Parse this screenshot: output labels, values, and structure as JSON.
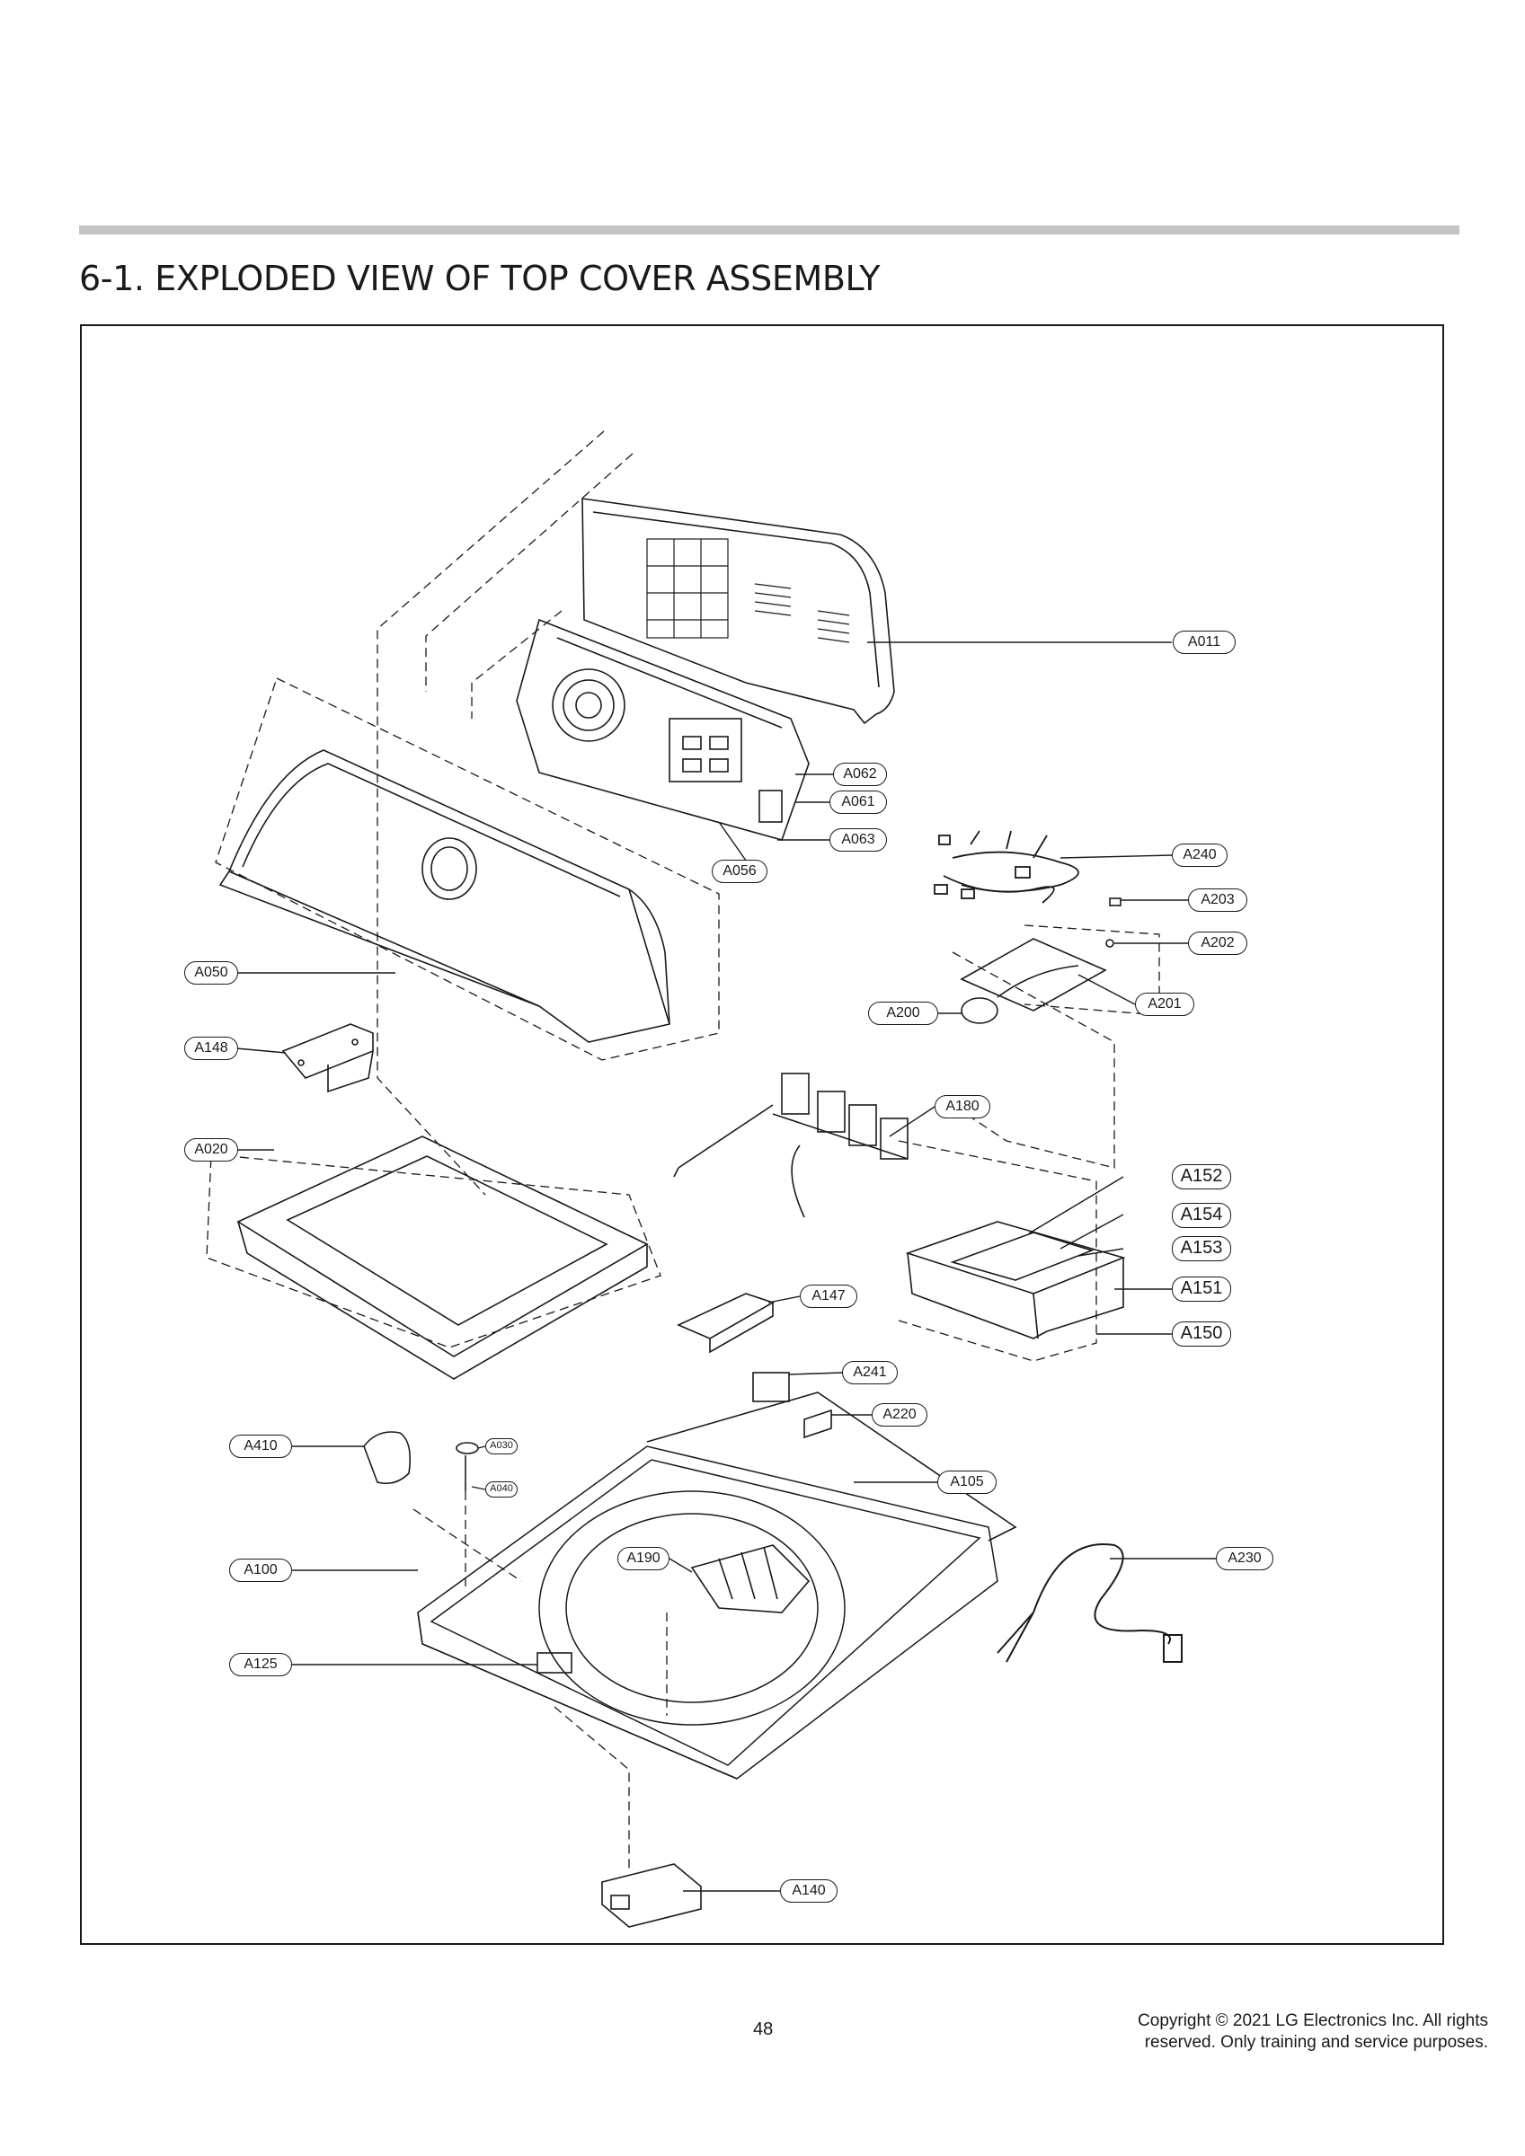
{
  "page": {
    "title": "6-1. EXPLODED VIEW OF TOP COVER ASSEMBLY",
    "page_number": "48",
    "copyright_line1": "Copyright © 2021 LG Electronics Inc. All rights",
    "copyright_line2": "reserved. Only training and service purposes."
  },
  "callouts": {
    "A011": "A011",
    "A062": "A062",
    "A061": "A061",
    "A063": "A063",
    "A056": "A056",
    "A240": "A240",
    "A203": "A203",
    "A202": "A202",
    "A201": "A201",
    "A200": "A200",
    "A050": "A050",
    "A148": "A148",
    "A180": "A180",
    "A020": "A020",
    "A152": "A152",
    "A154": "A154",
    "A153": "A153",
    "A151": "A151",
    "A150": "A150",
    "A147": "A147",
    "A241": "A241",
    "A220": "A220",
    "A410": "A410",
    "A030": "A030",
    "A040": "A040",
    "A105": "A105",
    "A100": "A100",
    "A190": "A190",
    "A230": "A230",
    "A125": "A125",
    "A140": "A140"
  }
}
